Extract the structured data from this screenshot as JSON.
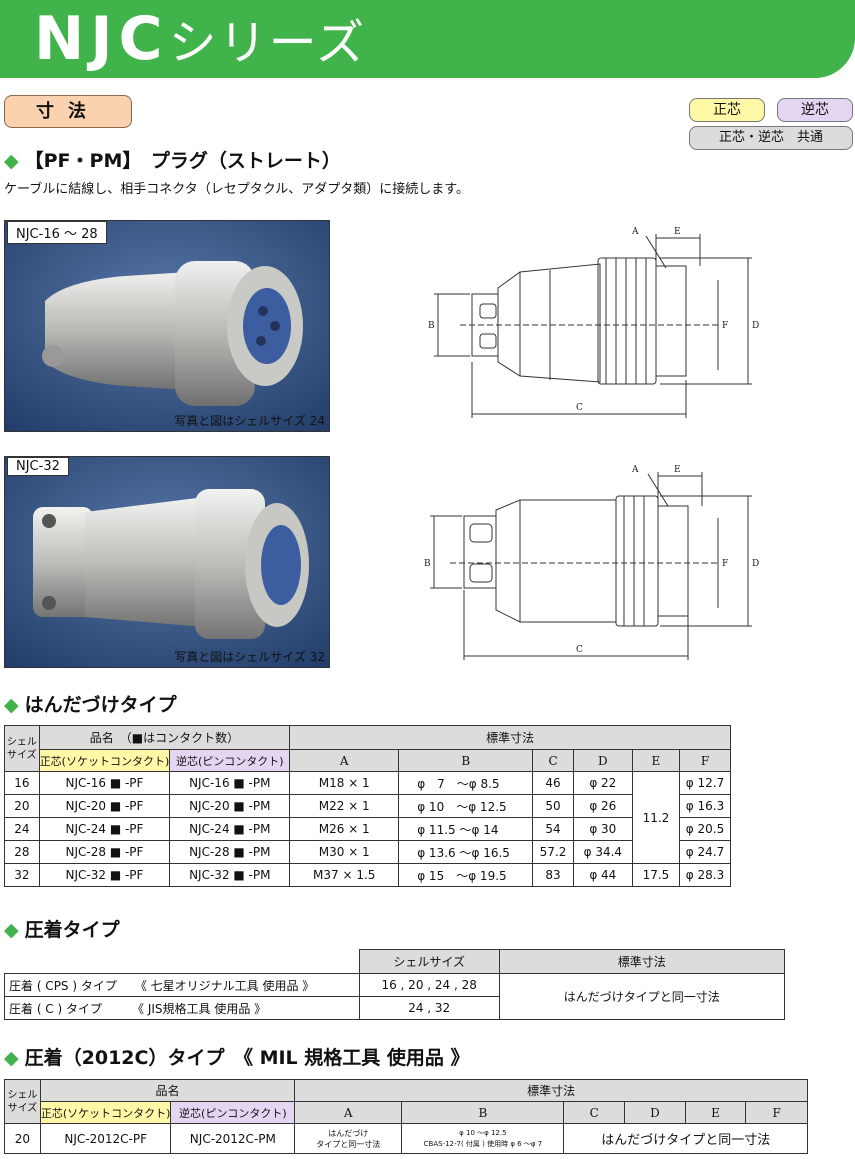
{
  "header": {
    "series": "NJC",
    "series_suffix": "シリーズ"
  },
  "section_tab": "寸法",
  "badges": {
    "seishin": "正芯",
    "gyakushin": "逆芯",
    "common": "正芯・逆芯　共通"
  },
  "plug": {
    "title": "【PF・PM】　プラグ（ストレート）",
    "desc": "ケーブルに結線し、相手コネクタ（レセプタクル、アダプタ類）に接続します。"
  },
  "photos": [
    {
      "label": "NJC-16 ～ 28",
      "caption": "写真と図はシェルサイズ 24"
    },
    {
      "label": "NJC-32",
      "caption": "写真と図はシェルサイズ 32"
    }
  ],
  "drawing_labels": {
    "a": "A",
    "b": "B",
    "c": "C",
    "d": "D",
    "e": "E",
    "f": "F"
  },
  "solder": {
    "title": "はんだづけタイプ",
    "h_shell": "シェル",
    "h_size": "サイズ",
    "h_name": "品名　（■はコンタクト数）",
    "h_pf": "正芯(ソケットコンタクト)",
    "h_pm": "逆芯(ピンコンタクト)",
    "h_std": "標準寸法",
    "cols": [
      "A",
      "B",
      "C",
      "D",
      "E",
      "F"
    ],
    "rows": [
      {
        "size": "16",
        "pf": "NJC-16 ■ -PF",
        "pm": "NJC-16 ■ -PM",
        "a": "M18 × 1",
        "b": "φ　7　～φ 8.5",
        "c": "46",
        "d": "φ 22",
        "f": "φ 12.7"
      },
      {
        "size": "20",
        "pf": "NJC-20 ■ -PF",
        "pm": "NJC-20 ■ -PM",
        "a": "M22 × 1",
        "b": "φ 10　～φ 12.5",
        "c": "50",
        "d": "φ 26",
        "f": "φ 16.3"
      },
      {
        "size": "24",
        "pf": "NJC-24 ■ -PF",
        "pm": "NJC-24 ■ -PM",
        "a": "M26 × 1",
        "b": "φ 11.5 ～φ 14",
        "c": "54",
        "d": "φ 30",
        "f": "φ 20.5"
      },
      {
        "size": "28",
        "pf": "NJC-28 ■ -PF",
        "pm": "NJC-28 ■ -PM",
        "a": "M30 × 1",
        "b": "φ 13.6 ～φ 16.5",
        "c": "57.2",
        "d": "φ 34.4",
        "f": "φ 24.7"
      },
      {
        "size": "32",
        "pf": "NJC-32 ■ -PF",
        "pm": "NJC-32 ■ -PM",
        "a": "M37 × 1.5",
        "b": "φ 15　～φ 19.5",
        "c": "83",
        "d": "φ 44",
        "f": "φ 28.3"
      }
    ],
    "e_shared": "11.2",
    "e_32": "17.5"
  },
  "crimp": {
    "title": "圧着タイプ",
    "h_shell": "シェルサイズ",
    "h_std": "標準寸法",
    "rows": [
      {
        "type": "圧着 ( CPS ) タイプ",
        "tool": "《 七星オリジナル工具 使用品 》",
        "sizes": "16 , 20 , 24 , 28"
      },
      {
        "type": "圧着 ( C ) タイプ",
        "tool": "《 JIS規格工具 使用品 》",
        "sizes": "24 , 32"
      }
    ],
    "std": "はんだづけタイプと同一寸法"
  },
  "crimp2012": {
    "title": "圧着（2012C）タイプ　《 MIL 規格工具 使用品 》",
    "h_shell": "シェル",
    "h_size": "サイズ",
    "h_name": "品名",
    "h_pf": "正芯(ソケットコンタクト)",
    "h_pm": "逆芯(ピンコンタクト)",
    "h_std": "標準寸法",
    "cols": [
      "A",
      "B",
      "C",
      "D",
      "E",
      "F"
    ],
    "row": {
      "size": "20",
      "pf": "NJC-2012C-PF",
      "pm": "NJC-2012C-PM",
      "a1": "はんだづけ",
      "a2": "タイプと同一寸法",
      "b1": "φ 10 ～φ 12.5",
      "b2": "CBAS-12-7( 付属 ) 使用時 φ 6 ～φ 7",
      "rest": "はんだづけタイプと同一寸法"
    }
  }
}
